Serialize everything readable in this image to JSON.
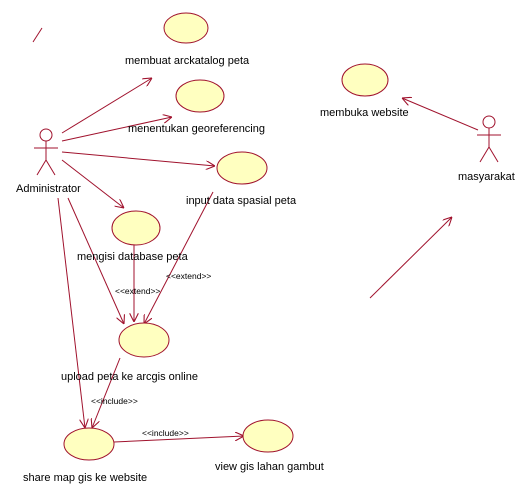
{
  "actors": {
    "administrator": "Administrator",
    "masyarakat": "masyarakat"
  },
  "use_cases": {
    "membuat_arckatalog": "membuat arckatalog peta",
    "menentukan_georeferencing": "menentukan georeferencing",
    "input_data_spasial": "input data spasial peta",
    "mengisi_database": "mengisi database peta",
    "upload_peta": "upload peta ke arcgis online",
    "share_map": "share map gis ke website",
    "view_gis": "view gis lahan gambut",
    "membuka_website": "membuka website"
  },
  "stereotypes": {
    "extend": "<<extend>>",
    "include": "<<include>>"
  },
  "colors": {
    "use_case_fill": "#ffffc0",
    "line": "#a0122d"
  }
}
